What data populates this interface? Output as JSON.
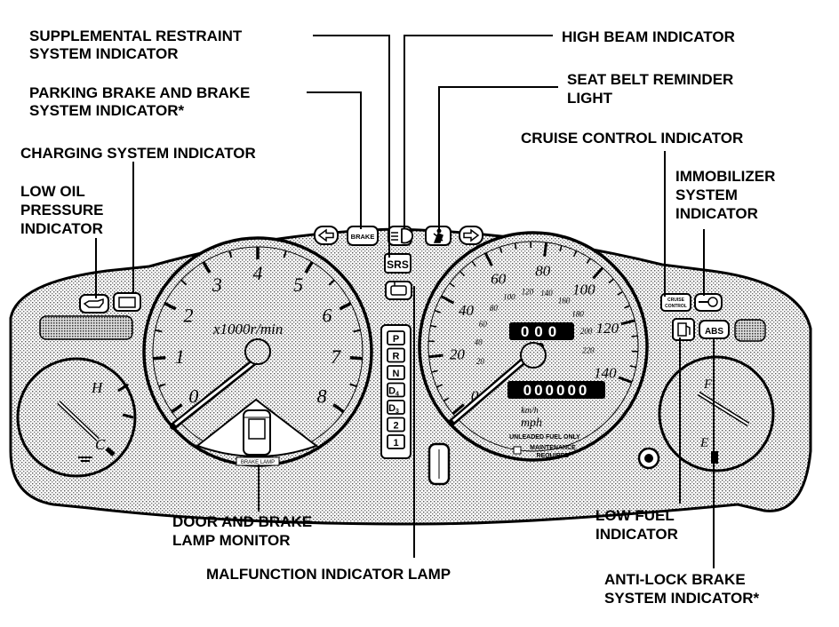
{
  "labels": {
    "srs_l1": "SUPPLEMENTAL RESTRAINT",
    "srs_l2": "SYSTEM INDICATOR",
    "pbrake_l1": "PARKING BRAKE AND BRAKE",
    "pbrake_l2": "SYSTEM INDICATOR*",
    "charging": "CHARGING SYSTEM INDICATOR",
    "oil_l1": "LOW OIL",
    "oil_l2": "PRESSURE",
    "oil_l3": "INDICATOR",
    "highbeam": "HIGH BEAM INDICATOR",
    "seatbelt_l1": "SEAT BELT REMINDER",
    "seatbelt_l2": "LIGHT",
    "cruise": "CRUISE CONTROL INDICATOR",
    "immob_l1": "IMMOBILIZER",
    "immob_l2": "SYSTEM",
    "immob_l3": "INDICATOR",
    "door_l1": "DOOR AND BRAKE",
    "door_l2": "LAMP MONITOR",
    "mil": "MALFUNCTION INDICATOR LAMP",
    "fuel_l1": "LOW FUEL",
    "fuel_l2": "INDICATOR",
    "abs_l1": "ANTI-LOCK BRAKE",
    "abs_l2": "SYSTEM INDICATOR*"
  },
  "tach": {
    "ticks": [
      "0",
      "1",
      "2",
      "3",
      "4",
      "5",
      "6",
      "7",
      "8"
    ],
    "unit": "x1000r/min"
  },
  "speedo": {
    "mph_ticks": [
      "0",
      "20",
      "40",
      "60",
      "80",
      "100",
      "120",
      "140"
    ],
    "kmh_ticks": [
      "20",
      "40",
      "60",
      "80",
      "100",
      "120",
      "140",
      "160",
      "180",
      "200",
      "220"
    ],
    "unit_kmh": "km/h",
    "unit_mph": "mph",
    "trip_digits": "000",
    "odo_digits": "000000",
    "unleaded": "UNLEADED FUEL ONLY",
    "maint_l1": "MAINTENANCE",
    "maint_l2": "REQUIRED"
  },
  "temp": {
    "hot": "H",
    "cold": "C"
  },
  "fuel_gauge": {
    "full": "F",
    "empty": "E"
  },
  "gears": [
    "P",
    "R",
    "N",
    "D4",
    "D3",
    "2",
    "1"
  ],
  "indicators": {
    "brake": "BRAKE",
    "srs": "SRS",
    "abs": "ABS",
    "cruise_l1": "CRUISE",
    "cruise_l2": "CONTROL",
    "door_lamp": "BRAKE LAMP"
  }
}
